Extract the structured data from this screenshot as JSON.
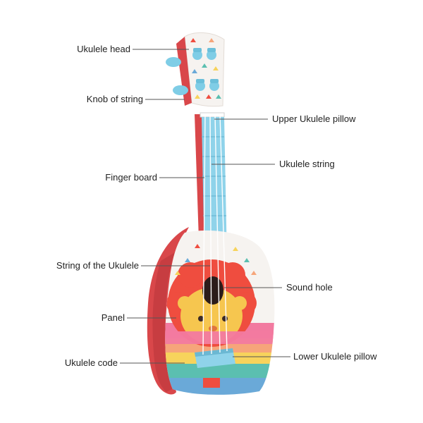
{
  "diagram": {
    "labels_left": [
      {
        "id": "ukulele-head",
        "text": "Ukulele head"
      },
      {
        "id": "knob-of-string",
        "text": "Knob of string"
      },
      {
        "id": "finger-board",
        "text": "Finger board"
      },
      {
        "id": "string-of-the-ukulele",
        "text": "String of the Ukulele"
      },
      {
        "id": "panel",
        "text": "Panel"
      },
      {
        "id": "ukulele-code",
        "text": "Ukulele code"
      }
    ],
    "labels_right": [
      {
        "id": "upper-ukulele-pillow",
        "text": "Upper Ukulele pillow"
      },
      {
        "id": "ukulele-string",
        "text": "Ukulele string"
      },
      {
        "id": "sound-hole",
        "text": "Sound hole"
      },
      {
        "id": "lower-ukulele-pillow",
        "text": "Lower Ukulele pillow"
      }
    ]
  },
  "colors": {
    "body_red": "#d9474a",
    "body_dark_red": "#b8353a",
    "panel_white": "#f6f3f0",
    "fretboard_blue": "#8fd3ea",
    "knob_blue": "#7fcde6",
    "lion_mane": "#ef4d3f",
    "lion_face": "#f6c64f",
    "stripe_pink": "#f27aa0",
    "stripe_peach": "#f6a57a",
    "stripe_yellow": "#f7d35c",
    "stripe_teal": "#5bbfb0",
    "stripe_blue": "#6aa9d8",
    "leader_line": "#555555"
  }
}
